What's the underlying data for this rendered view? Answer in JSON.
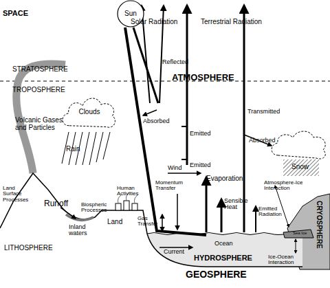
{
  "diagram": {
    "nodes": [
      {
        "text": [
          "Sun"
        ]
      },
      {
        "text": [
          "Clouds"
        ]
      }
    ],
    "labels": [
      "SPACE",
      "Solar Radiation",
      "Terrestrial Radiation",
      "Reflected",
      "STRATOSPHERE",
      "ATMOSPHERE",
      "TROPOSPHERE",
      "Volcanic Gases and Particles",
      "Transmitted",
      "Absorbed",
      "Emitted",
      "Absorbed",
      "Rain",
      "Snow",
      "Emitted",
      "Wind",
      "Evaporation",
      "Momentum Transfer",
      "Atmosphere-Ice Interaction",
      "Land Surface Processes",
      "Human Activities",
      "Sensible Heat",
      "Runoff",
      "Biospheric Processes",
      "Emitted Radiation",
      "Gas Transfer",
      "Land",
      "Inland waters",
      "Sea Ice",
      "CRYOSPHERE",
      "Current",
      "Ocean",
      "LITHOSPHERE",
      "HYDROSPHERE",
      "Ice-Ocean Interaction",
      "GEOSPHERE"
    ]
  }
}
